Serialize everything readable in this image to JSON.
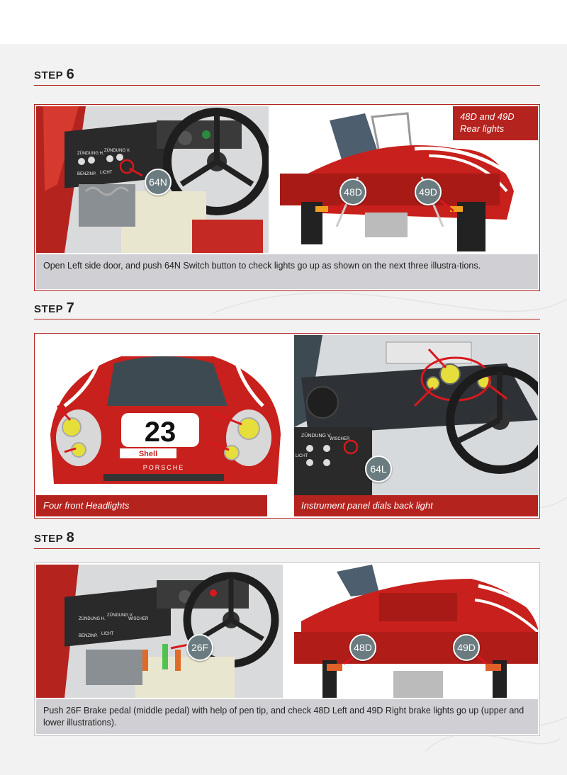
{
  "steps": [
    {
      "word": "STEP",
      "number": "6",
      "left_callout": "64N",
      "right_label": "48D and 49D\nRear lights",
      "right_callouts": [
        "48D",
        "49D"
      ],
      "caption": "Open Left side door, and push 64N Switch button to check lights go up as shown on the next three illustra-tions."
    },
    {
      "word": "STEP",
      "number": "7",
      "car_number": "23",
      "sponsor": "Shell",
      "brand": "PORSCHE",
      "right_callout": "64L",
      "left_label": "Four front Headlights",
      "right_label": "Instrument panel dials back light"
    },
    {
      "word": "STEP",
      "number": "8",
      "left_callout": "26F",
      "right_callouts": [
        "48D",
        "49D"
      ],
      "caption": "Push 26F Brake pedal (middle pedal) with help of pen tip, and check 48D Left and 49D Right brake lights go up (upper and lower illustrations)."
    }
  ],
  "dash_labels": {
    "zundung_h": "ZÜNDUNG H.",
    "zundung_v": "ZÜNDUNG V.",
    "benzinp": "BENZINP.",
    "licht": "LICHT",
    "wischer": "WISCHER"
  },
  "colors": {
    "accent": "#b5231f",
    "caption_bg": "#cfcfd4",
    "callout": "#6b7c80",
    "car_red": "#c8201c"
  }
}
